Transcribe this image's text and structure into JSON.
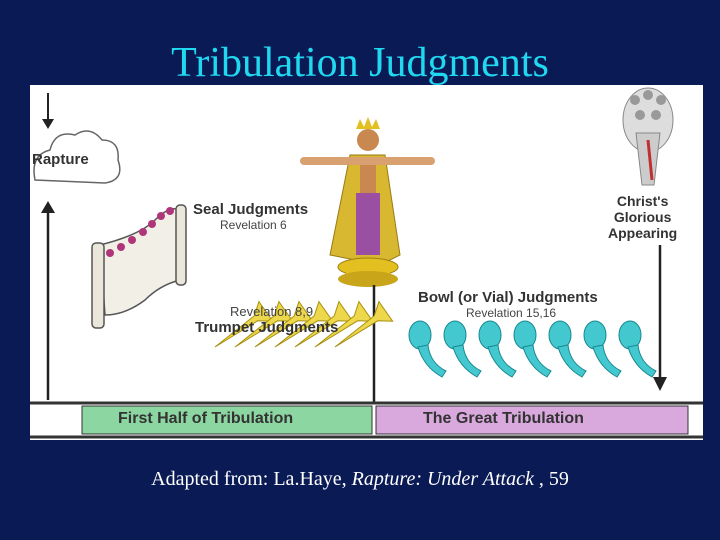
{
  "title": "Tribulation Judgments",
  "diagram": {
    "rapture": "Rapture",
    "seal_title": "Seal Judgments",
    "seal_ref": "Revelation 6",
    "trumpet_ref": "Revelation 8,9",
    "trumpet_title": "Trumpet Judgments",
    "bowl_title": "Bowl (or Vial) Judgments",
    "bowl_ref": "Revelation 15,16",
    "christ": [
      "Christ's",
      "Glorious",
      "Appearing"
    ],
    "first_half": "First Half of Tribulation",
    "great_trib": "The Great Tribulation",
    "colors": {
      "first_half": "#8cd6a2",
      "great_trib": "#d9a9dd",
      "bowls": "#44c8d0",
      "trumpets": "#ecd84a",
      "robe": "#9a4fa2",
      "cape": "#d8b830"
    }
  },
  "caption": {
    "prefix": "Adapted from: La.Haye, ",
    "title": "Rapture: Under Attack",
    "suffix": " , 59"
  }
}
